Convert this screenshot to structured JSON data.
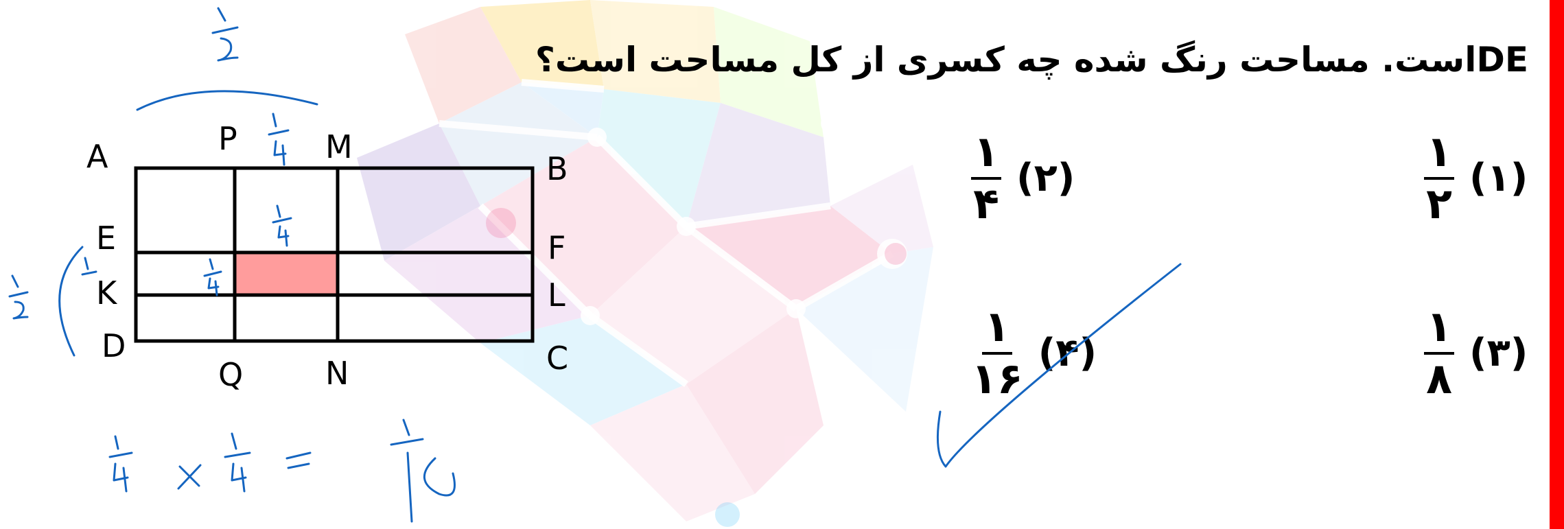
{
  "question": {
    "text": "DEاست. مساحت رنگ شده چه کسری از کل مساحت است؟"
  },
  "figure": {
    "points": {
      "A": "A",
      "B": "B",
      "C": "C",
      "D": "D",
      "E": "E",
      "F": "F",
      "K": "K",
      "L": "L",
      "P": "P",
      "M": "M",
      "Q": "Q",
      "N": "N"
    },
    "shaded_color": "#ff9c9c"
  },
  "options": [
    {
      "number": "(۱)",
      "numerator": "۱",
      "denominator": "۲"
    },
    {
      "number": "(۲)",
      "numerator": "۱",
      "denominator": "۴"
    },
    {
      "number": "(۳)",
      "numerator": "۱",
      "denominator": "۸"
    },
    {
      "number": "(۴)",
      "numerator": "۱",
      "denominator": "۱۶"
    }
  ],
  "colors": {
    "ink": "#1565c0",
    "border_accent": "#ff0000"
  }
}
